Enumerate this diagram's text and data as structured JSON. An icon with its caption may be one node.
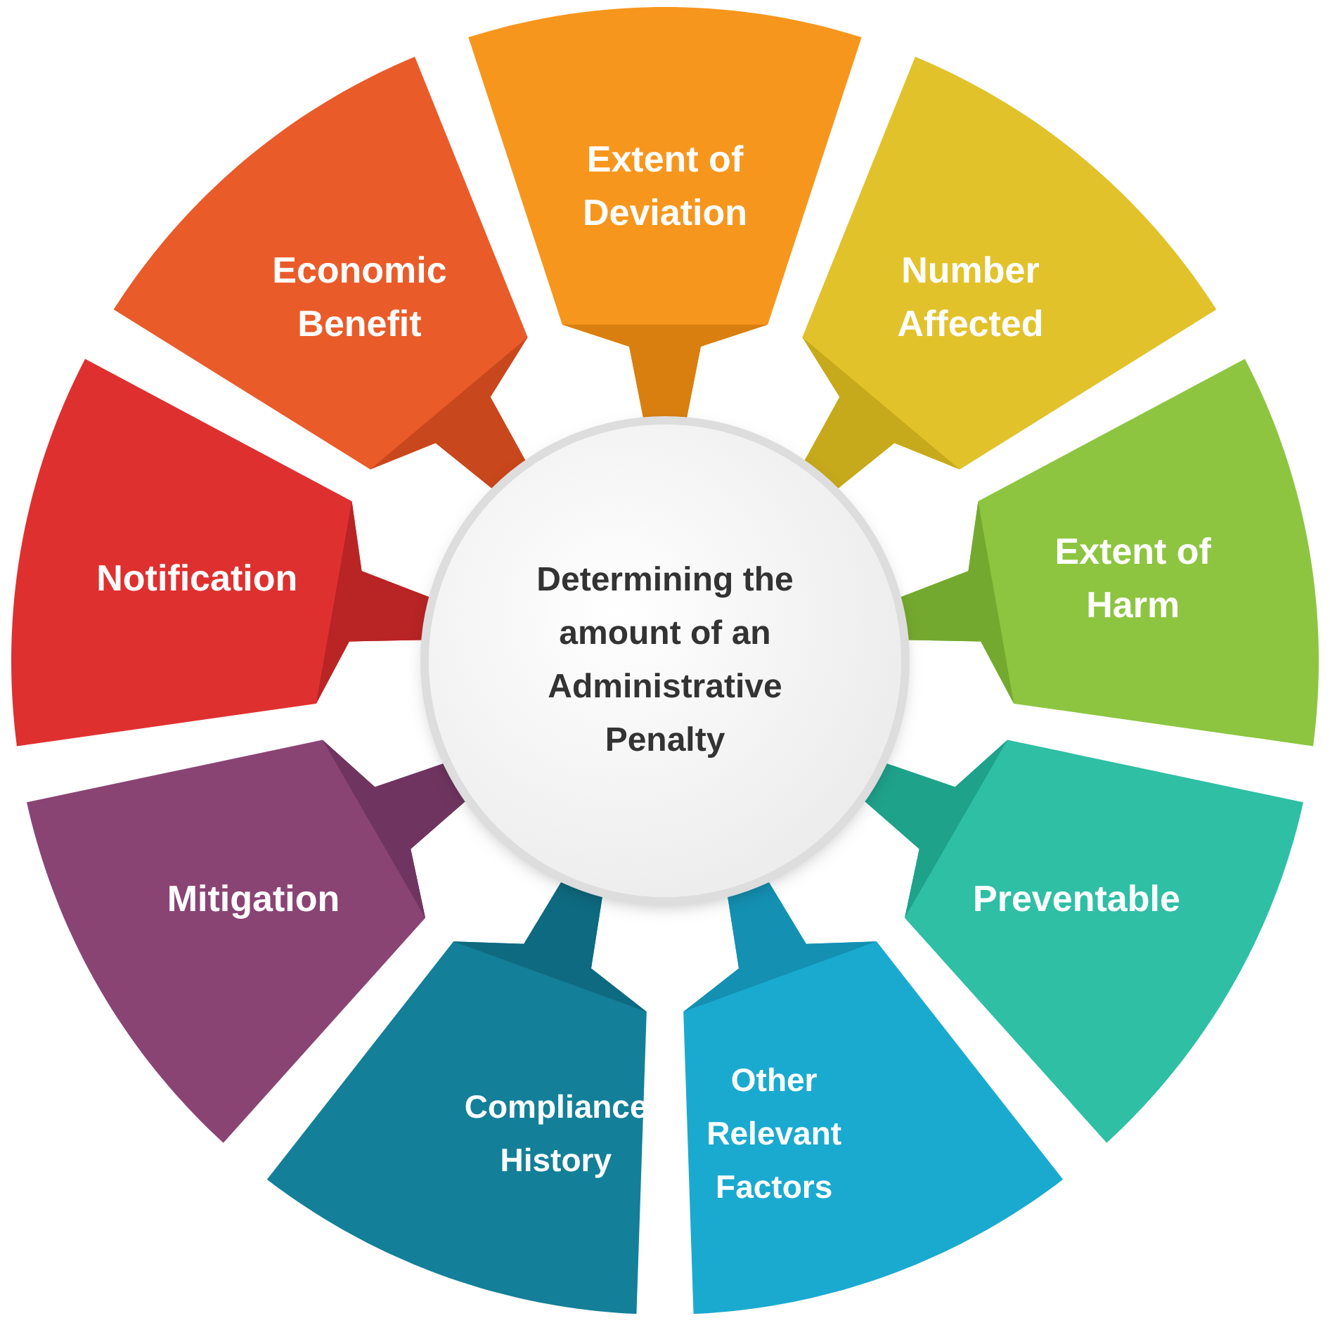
{
  "diagram": {
    "nodes": [
      {
        "text": [
          "Determining the amount of an Administrative Penalty"
        ]
      },
      {
        "text": [
          "Extent of Deviation"
        ]
      },
      {
        "text": [
          "Number Affected"
        ]
      },
      {
        "text": [
          "Extent of Harm"
        ]
      },
      {
        "text": [
          "Preventable"
        ]
      },
      {
        "text": [
          "Other Relevant Factors"
        ]
      },
      {
        "text": [
          "Compliance History"
        ]
      },
      {
        "text": [
          "Mitigation"
        ]
      },
      {
        "text": [
          "Notification"
        ]
      },
      {
        "text": [
          "Economic Benefit"
        ]
      }
    ]
  }
}
